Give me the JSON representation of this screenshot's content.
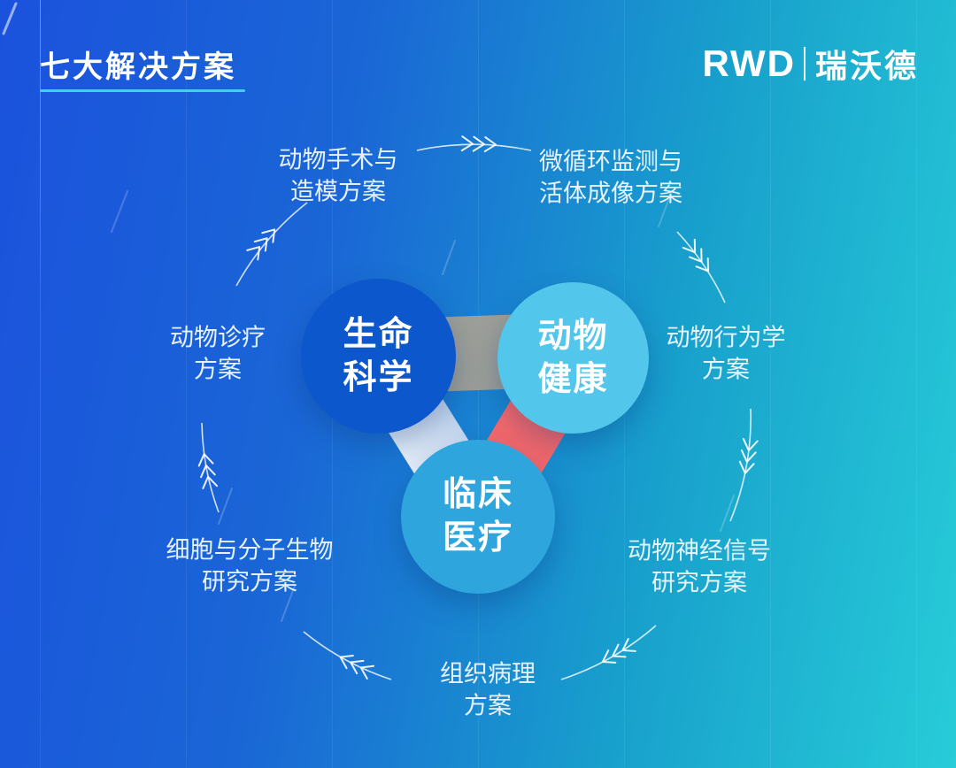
{
  "header": {
    "title": "七大解决方案",
    "logo": {
      "wordmark": "RWD",
      "chinese_name": "瑞沃德"
    }
  },
  "hub": {
    "circles": [
      {
        "name": "life-science",
        "line1": "生命",
        "line2": "科学",
        "color": "#0b57cb"
      },
      {
        "name": "animal-health",
        "line1": "动物",
        "line2": "健康",
        "color": "#53c6ec"
      },
      {
        "name": "clinical-medical",
        "line1": "临床",
        "line2": "医疗",
        "color": "#2ea6dd"
      }
    ],
    "connectors": [
      {
        "name": "life-science-to-animal-health",
        "color": "#9c9f99"
      },
      {
        "name": "life-science-to-clinical-medical",
        "color": "#cfdff0"
      },
      {
        "name": "animal-health-to-clinical-medical",
        "color": "#f4696c"
      }
    ]
  },
  "solutions": [
    {
      "name": "animal-surgery-modeling",
      "line1": "动物手术与",
      "line2": "造模方案"
    },
    {
      "name": "microcirculation-imaging",
      "line1": "微循环监测与",
      "line2": "活体成像方案"
    },
    {
      "name": "animal-behavior",
      "line1": "动物行为学",
      "line2": "方案"
    },
    {
      "name": "animal-neural-signal",
      "line1": "动物神经信号",
      "line2": "研究方案"
    },
    {
      "name": "histopathology",
      "line1": "组织病理",
      "line2": "方案"
    },
    {
      "name": "cell-molecular-biology",
      "line1": "细胞与分子生物",
      "line2": "研究方案"
    },
    {
      "name": "animal-diagnosis-treatment",
      "line1": "动物诊疗",
      "line2": "方案"
    }
  ],
  "colors": {
    "background_gradient_start": "#1b52dd",
    "background_gradient_end": "#27ccd8",
    "title_underline": "#41d0f0",
    "text": "#ffffff",
    "orbit_arrows": "#ffffff"
  }
}
